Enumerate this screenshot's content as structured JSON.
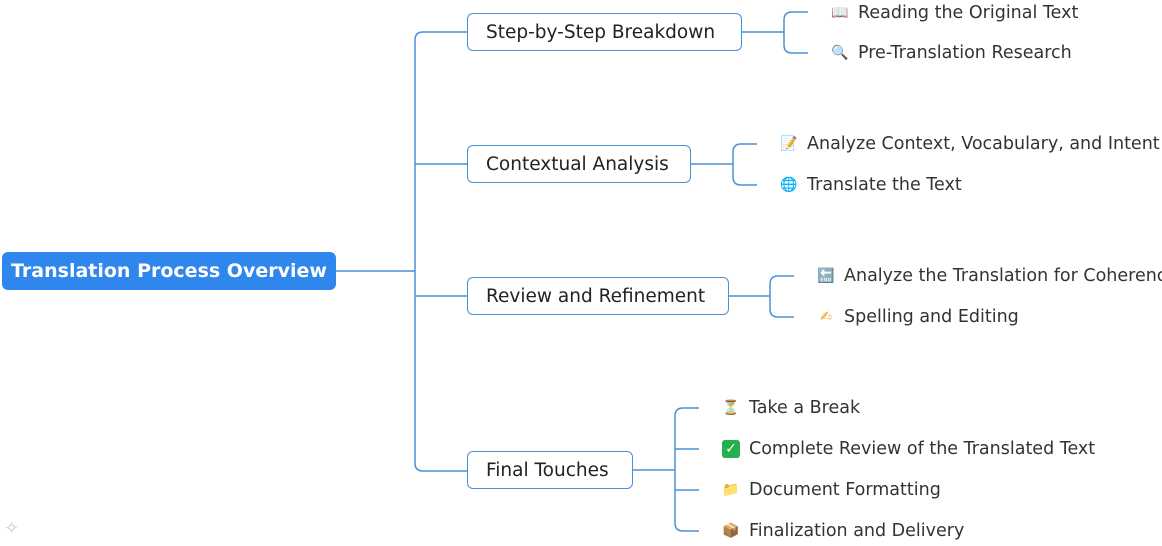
{
  "root": {
    "label": "Translation Process Overview"
  },
  "branches": [
    {
      "label": "Step-by-Step Breakdown",
      "items": [
        {
          "icon": "open-book-icon",
          "glyph": "📖",
          "label": "Reading the Original Text"
        },
        {
          "icon": "magnifier-icon",
          "glyph": "🔍",
          "label": "Pre-Translation Research"
        }
      ]
    },
    {
      "label": "Contextual Analysis",
      "items": [
        {
          "icon": "memo-icon",
          "glyph": "📝",
          "label": "Analyze Context, Vocabulary, and Intent"
        },
        {
          "icon": "globe-icon",
          "glyph": "🌐",
          "label": "Translate the Text"
        }
      ]
    },
    {
      "label": "Review and Refinement",
      "items": [
        {
          "icon": "end-arrow-icon",
          "glyph": "🔚",
          "label": "Analyze the Translation for Coherence"
        },
        {
          "icon": "writing-hand-icon",
          "glyph": "✍",
          "label": "Spelling and Editing"
        }
      ]
    },
    {
      "label": "Final Touches",
      "items": [
        {
          "icon": "hourglass-icon",
          "glyph": "⏳",
          "label": "Take a Break"
        },
        {
          "icon": "check-box-icon",
          "glyph": "✓",
          "label": "Complete Review of the Translated Text"
        },
        {
          "icon": "folder-icon",
          "glyph": "📁",
          "label": "Document Formatting"
        },
        {
          "icon": "package-icon",
          "glyph": "📦",
          "label": "Finalization and Delivery"
        }
      ]
    }
  ],
  "colors": {
    "root_bg": "#2f86ed",
    "connector": "#4a90d6",
    "check_bg": "#22b14c"
  }
}
